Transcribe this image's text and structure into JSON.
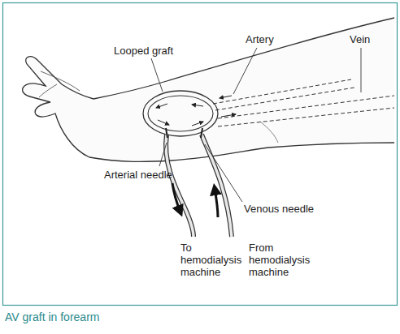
{
  "diagram": {
    "caption": "AV graft in forearm",
    "labels": [
      "Looped graft",
      "Artery",
      "Vein",
      "Arterial needle",
      "Venous needle",
      "To hemodialysis machine",
      "From hemodialysis machine"
    ]
  }
}
